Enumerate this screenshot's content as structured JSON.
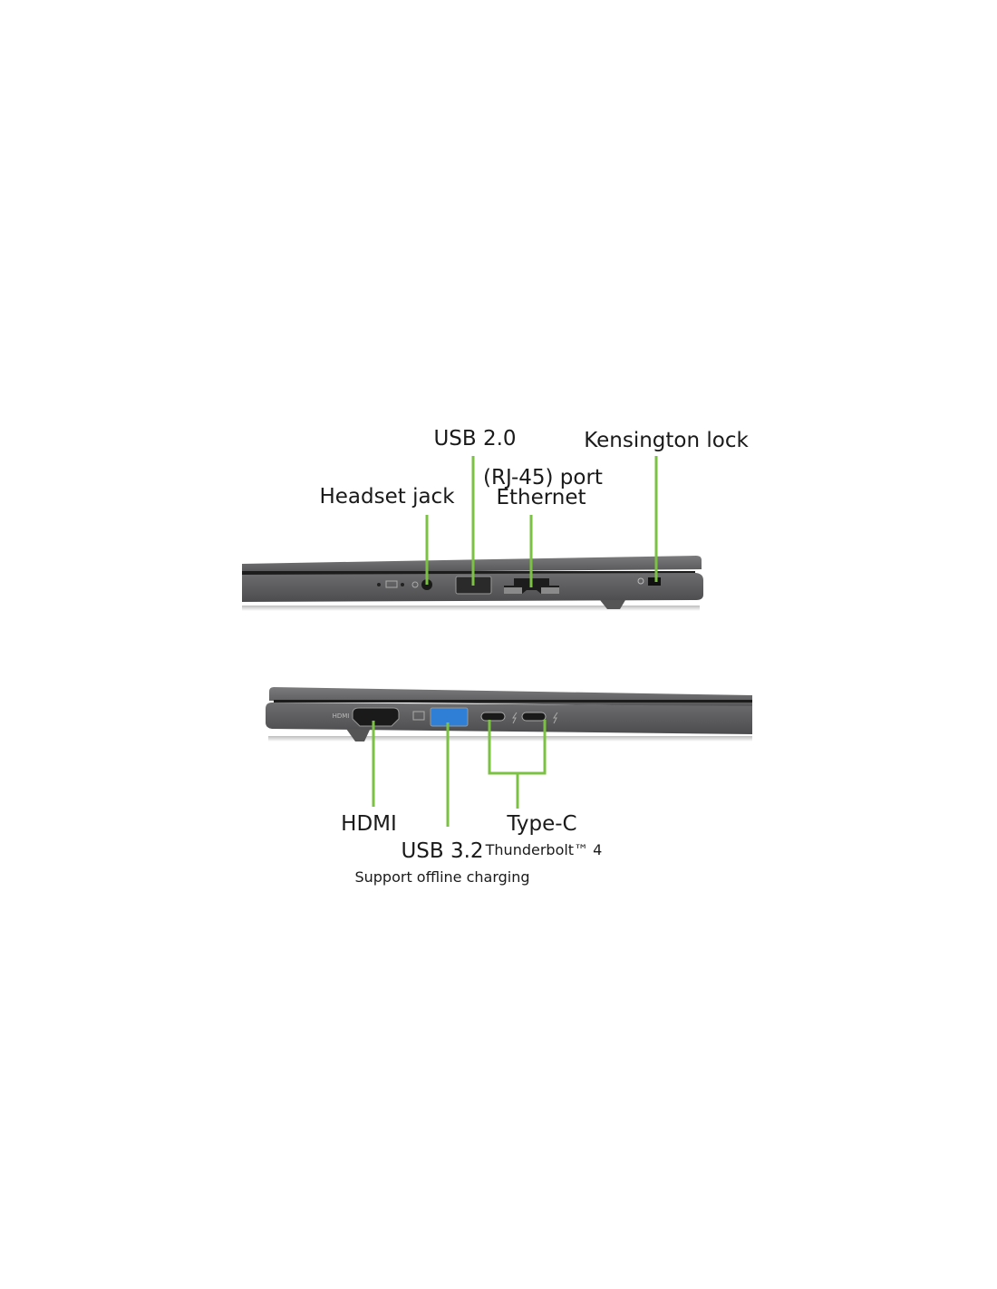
{
  "colors": {
    "callout": "#7cc242",
    "chassis": "#5f5f61",
    "usb3_accent": "#2f7fd6"
  },
  "top_view": {
    "labels": {
      "usb2": "USB 2.0",
      "kensington": "Kensington lock",
      "rj45": "(RJ-45) port",
      "ethernet": "Ethernet",
      "headset": "Headset jack"
    }
  },
  "bottom_view": {
    "port_text": {
      "hdmi_logo": "HDMI"
    },
    "labels": {
      "hdmi": "HDMI",
      "typec": "Type-C",
      "usb32": "USB 3.2",
      "thunderbolt": "Thunderbolt™ 4",
      "offline_charging": "Support offline charging"
    }
  }
}
